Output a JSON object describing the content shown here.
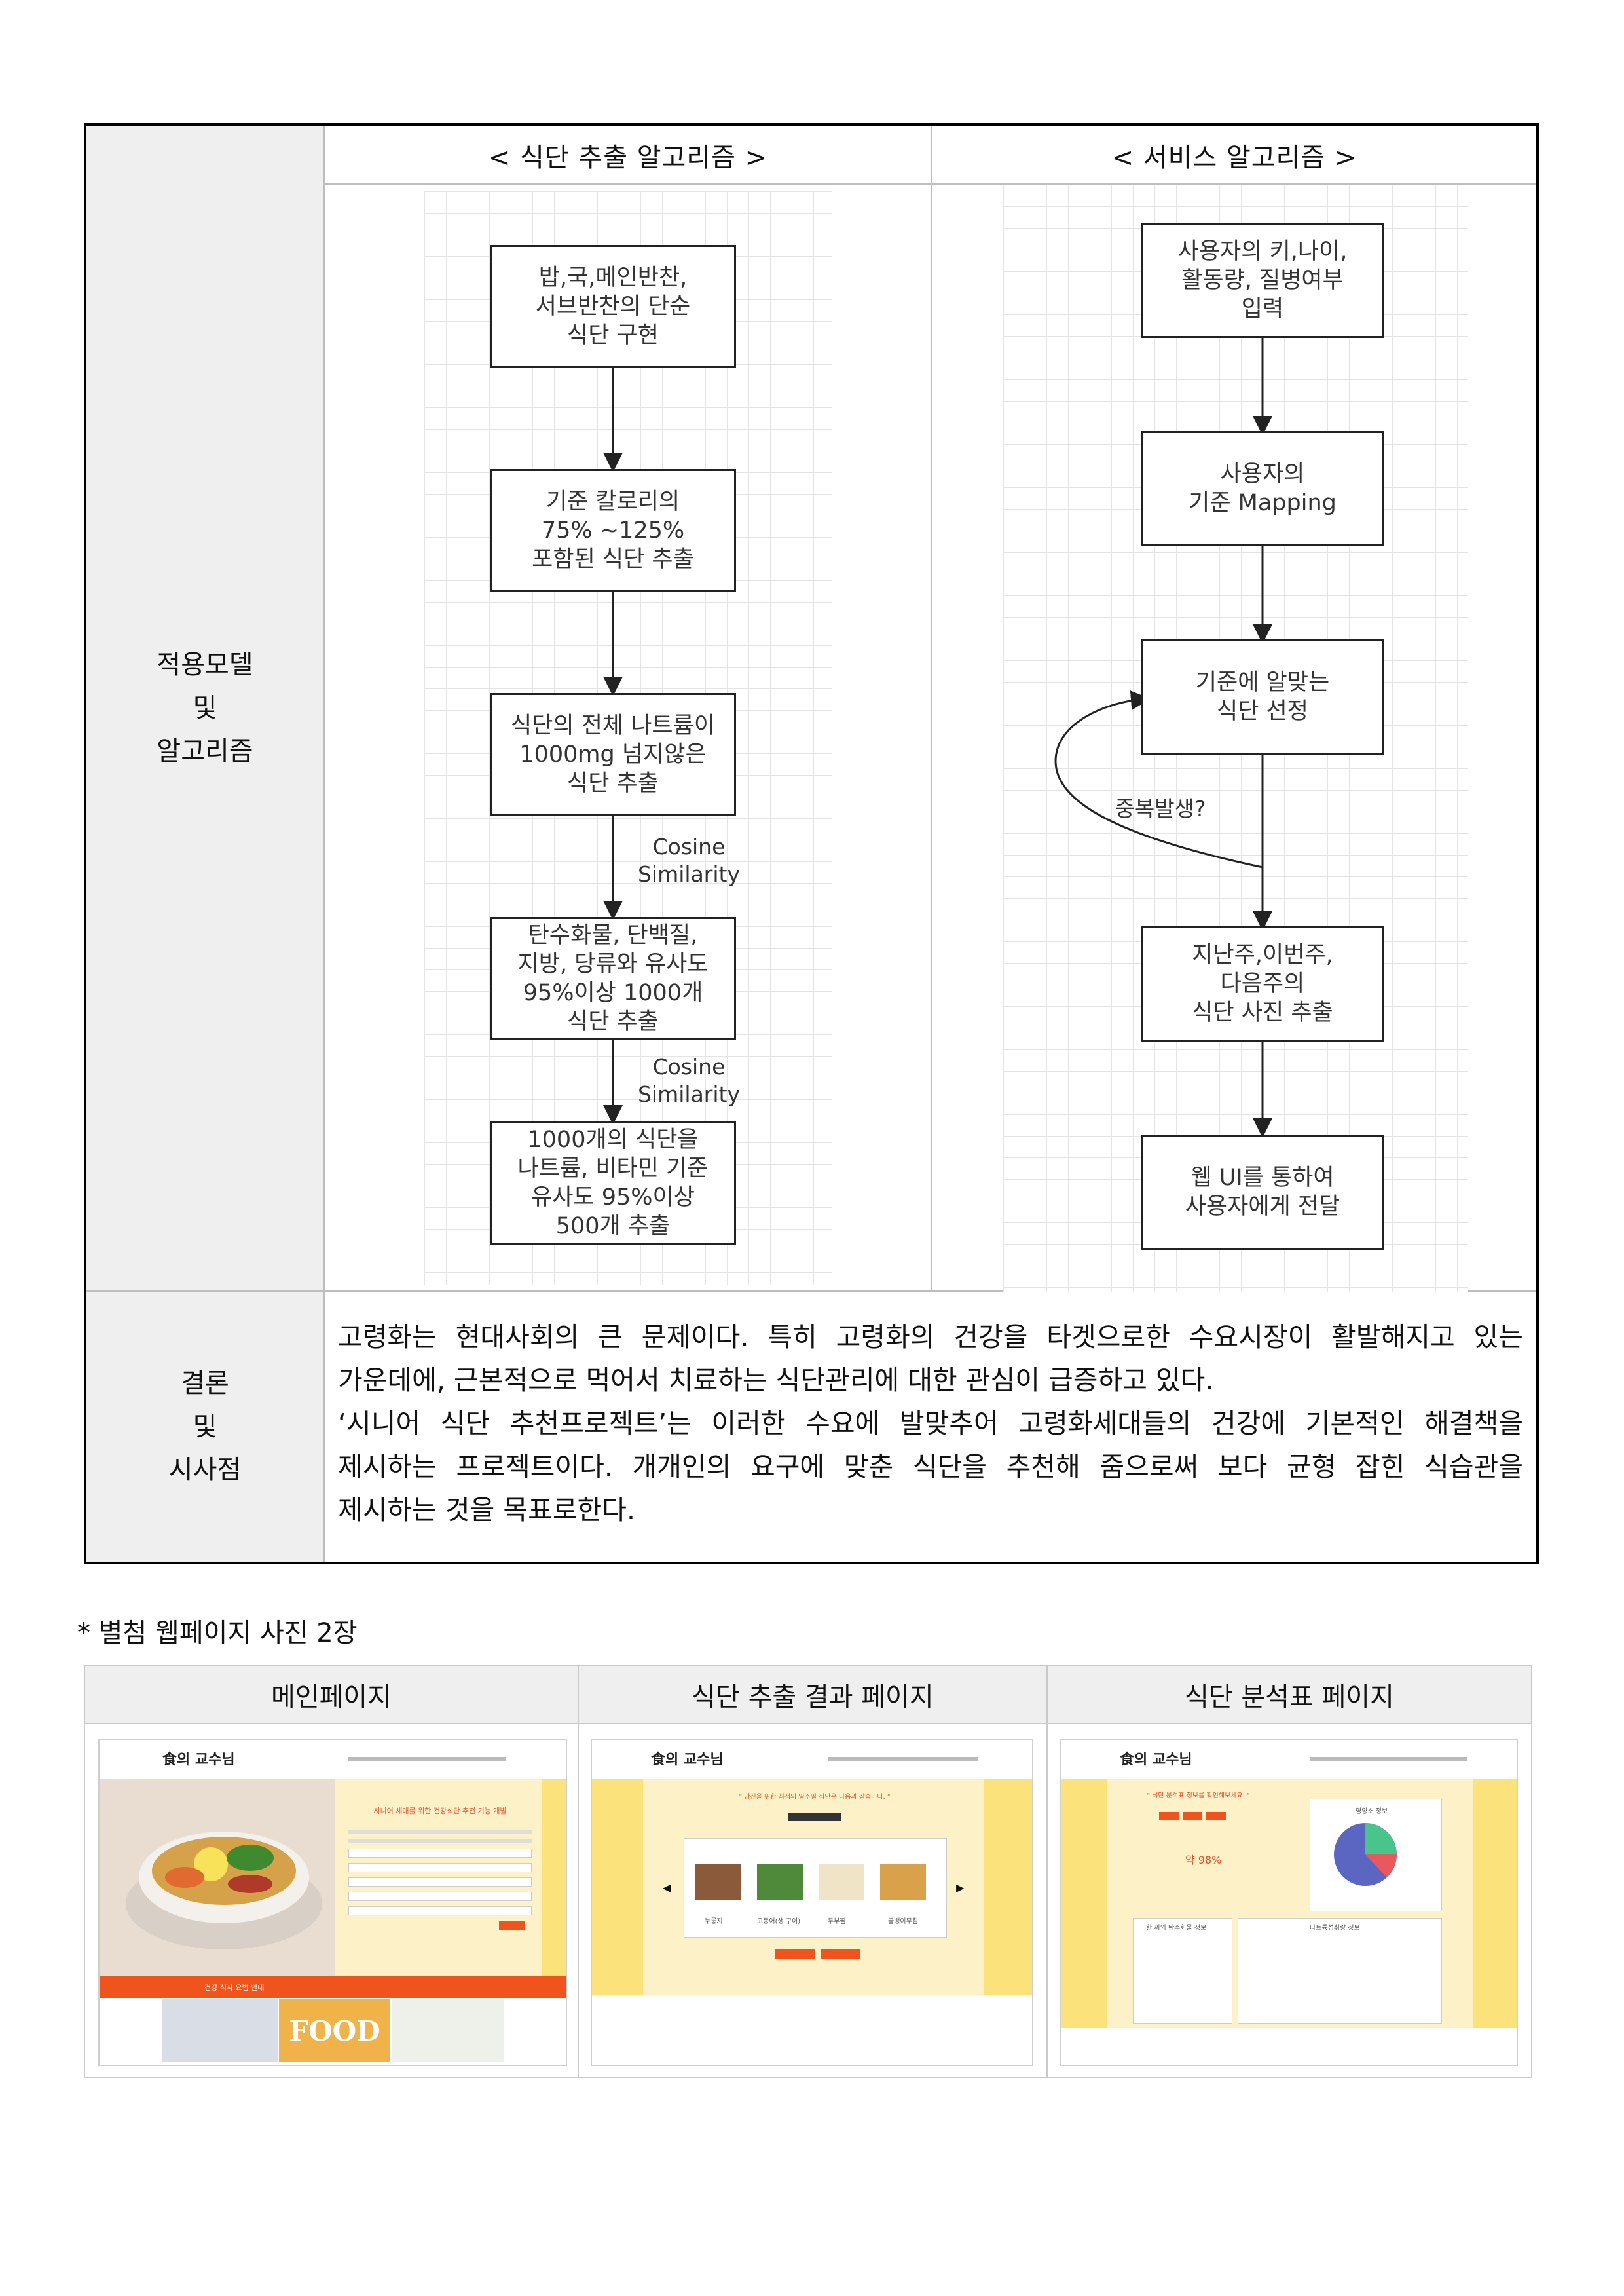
{
  "algorithm_table": {
    "row1_label_lines": [
      "적용모델",
      "및",
      "알고리즘"
    ],
    "extraction_header": "< 식단 추출 알고리즘 >",
    "service_header": "< 서비스 알고리즘 >",
    "extraction_flow": {
      "box1": "밥,국,메인반찬,\n서브반찬의 단순\n식단 구현",
      "box2": "기준 칼로리의\n75% ~125%\n포함된 식단 추출",
      "box3": "식단의 전체 나트륨이\n1000mg 넘지않은\n식단 추출",
      "label1": "Cosine\nSimilarity",
      "box4": "탄수화물, 단백질,\n지방, 당류와 유사도\n95%이상 1000개\n식단 추출",
      "label2": "Cosine\nSimilarity",
      "box5": "1000개의 식단을\n나트륨, 비타민 기준\n유사도 95%이상\n500개 추출"
    },
    "service_flow": {
      "box1": "사용자의 키,나이,\n활동량, 질병여부\n입력",
      "box2": "사용자의\n기준 Mapping",
      "box3": "기준에 알맞는\n식단 선정",
      "loop_label": "중복발생?",
      "box4": "지난주,이번주,\n다음주의\n식단 사진 추출",
      "box5": "웹 UI를 통하여\n사용자에게 전달"
    },
    "row2_label_lines": [
      "결론",
      "및",
      "시사점"
    ],
    "conclusion_lines": [
      "고령화는 현대사회의 큰 문제이다. 특히 고령화의 건강을 타겟으로한 수요시장이 활발해지고 있는",
      "가운데에, 근본적으로 먹어서 치료하는 식단관리에 대한 관심이 급증하고 있다.",
      "‘시니어 식단 추천프로젝트’는 이러한 수요에 발맞추어 고령화세대들의 건강에 기본적인 해결책을",
      "제시하는 프로젝트이다. 개개인의 요구에 맞춘 식단을 추천해 줌으로써 보다 균형 잡힌 식습관을",
      "제시하는 것을 목표로한다."
    ]
  },
  "attachment_note": "* 별첨 웹페이지 사진 2장",
  "screenshots": {
    "headers": [
      "메인페이지",
      "식단 추출 결과 페이지",
      "식단 분석표 페이지"
    ],
    "logo_text": "食의 교수님",
    "main_page": {
      "headline": "시니어 세대를 위한 건강식단 추천 기능 개발",
      "red_bar_text": "건강 식사 요법 안내",
      "food_banner": "FOOD"
    },
    "result_page": {
      "headline": "\" 당신을 위한 최적의 일주일 식단은 다음과 같습니다. \"",
      "dishes": [
        "누룽지",
        "고등어(생 구이)",
        "두부찜",
        "골뱅이무침"
      ]
    },
    "analysis_page": {
      "headline": "\" 식단 분석표 정보를 확인해보세요. \"",
      "score": "약 98%",
      "pie_title": "영양소 정보",
      "chart1_title": "한 끼의 탄수화물 정보",
      "chart2_title": "나트륨섭취량 정보"
    }
  },
  "colors": {
    "header_gray": "#efefef",
    "page_yellow": "#fbe27a",
    "accent_orange": "#f0531c",
    "pie_blue": "#5b66c2",
    "pie_green": "#49c48a",
    "pie_red": "#e9585d"
  }
}
